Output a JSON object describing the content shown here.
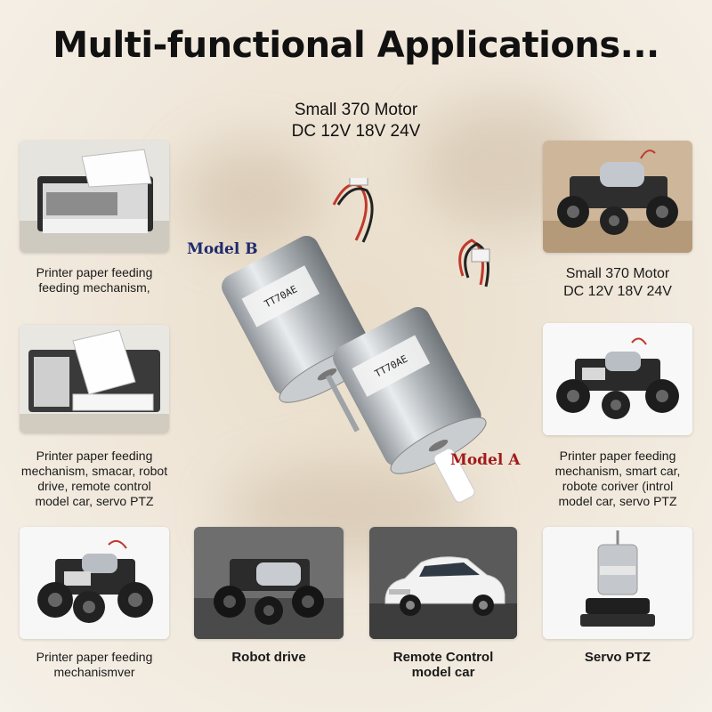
{
  "title": "Multi-functional Applications...",
  "subtitle": {
    "line1": "Small 370 Motor",
    "line2": "DC 12V 18V 24V"
  },
  "models": {
    "model_b": {
      "label": "Model B",
      "color": "#1f2a6b"
    },
    "model_a": {
      "label": "Model A",
      "color": "#a31a1a"
    },
    "motor_b_label_text": "TT70AE",
    "motor_a_label_text": "TT70AE"
  },
  "cards": {
    "left1": {
      "icon": "printer-paper-feeding-image",
      "caption": [
        "Printer paper feeding",
        "feeding mechanism,"
      ]
    },
    "left2": {
      "icon": "printer-paper-roll-image",
      "caption": [
        "Printer paper feeding",
        "mechanism, smacar, robot",
        "drive, remote control",
        "model car, servo PTZ"
      ]
    },
    "left3": {
      "icon": "robot-car-image",
      "caption": [
        "Printer paper feeding",
        "mechanismver"
      ]
    },
    "right1": {
      "icon": "robot-car-with-motor-image",
      "caption": [
        "Small 370 Motor",
        "DC 12V 18V 24V"
      ]
    },
    "right2": {
      "icon": "robot-car-frame-image",
      "caption": [
        "Printer paper feeding",
        "mechanism, smart car,",
        "robote coriver (introl",
        "model car, servo PTZ"
      ]
    },
    "bottom2": {
      "icon": "robot-drive-car-image",
      "caption": [
        "Robot drive"
      ]
    },
    "bottom3": {
      "icon": "white-sedan-image",
      "caption": [
        "Remote Control",
        "model car"
      ]
    },
    "bottom4": {
      "icon": "servo-ptz-motor-image",
      "caption": [
        "Servo PTZ"
      ]
    }
  }
}
